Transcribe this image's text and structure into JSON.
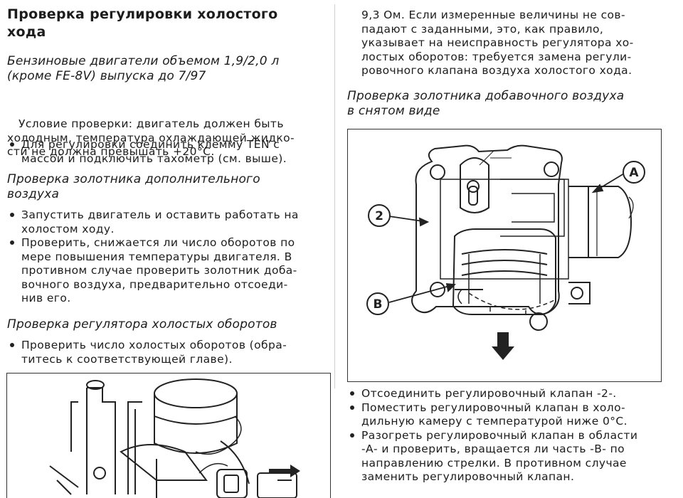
{
  "left": {
    "title_line1": "Проверка регулировки холостого",
    "title_line2": "хода",
    "engine_heading_line1": "Бензиновые двигатели объемом 1,9/2,0 л",
    "engine_heading_line2": "(кроме FE-8V) выпуска до 7/97",
    "condition_lines": [
      "   Условие проверки: двигатель должен быть",
      "холодным, температура охлаждающей жидко-",
      "сти не должна превышать +20°С."
    ],
    "condition_bullet_lines": [
      "Для регулировки соединить клемму TEN с",
      "массой и подключить тахометр (см. выше)."
    ],
    "section1_heading_line1": "Проверка золотника дополнительного",
    "section1_heading_line2": "воздуха",
    "section1_bullets": [
      [
        "Запустить двигатель и оставить работать на",
        "холостом ходу."
      ],
      [
        "Проверить, снижается ли число оборотов по",
        "мере повышения температуры двигателя. В",
        "противном случае проверить золотник доба-",
        "вочного воздуха, предварительно отсоеди-",
        "нив его."
      ]
    ],
    "section2_heading": "Проверка регулятора холостых оборотов",
    "section2_bullets": [
      [
        "Проверить число холостых оборотов (обра-",
        "титесь к соответствующей главе)."
      ]
    ]
  },
  "right": {
    "continued_lines": [
      "9,3 Ом. Если измеренные величины не сов-",
      "падают с заданными, это, как правило,",
      "указывает на неисправность регулятора хо-",
      "лостых оборотов: требуется замена регули-",
      "ровочного клапана воздуха холостого хода."
    ],
    "section3_heading_line1": "Проверка золотника добавочного воздуха",
    "section3_heading_line2": "в снятом виде",
    "figure_labels": {
      "a": "A",
      "two": "2",
      "b": "B"
    },
    "section3_bullets": [
      [
        "Отсоединить регулировочный клапан -2-."
      ],
      [
        "Поместить регулировочный клапан в холо-",
        "дильную камеру с температурой ниже 0°С."
      ],
      [
        "Разогреть регулировочный клапан в области",
        "-А- и проверить, вращается ли часть -В- по",
        "направлению стрелки. В противном случае",
        "заменить регулировочный клапан."
      ]
    ]
  }
}
